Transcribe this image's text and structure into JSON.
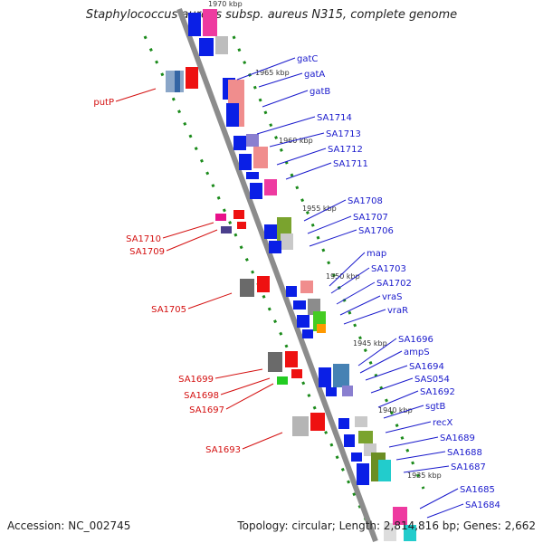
{
  "title": "Staphylococcus aureus subsp. aureus N315, complete genome",
  "footer": {
    "accession": "Accession: NC_002745",
    "topology": "Topology: circular; Length: 2,814,816 bp; Genes: 2,662"
  },
  "colors": {
    "backbone": "#8c8c8c",
    "dot_track": "#1a8a1a",
    "label_right": "#1a1acc",
    "label_left": "#d41010",
    "forward_gene": "#0a1fe6",
    "reverse_gene": "#ee1111"
  },
  "scale_labels": [
    "1970 kbp",
    "1965 kbp",
    "1960 kbp",
    "1955 kbp",
    "1950 kbp",
    "1945 kbp",
    "1940 kbp",
    "1935 kbp"
  ],
  "genes_right": [
    "gatC",
    "gatA",
    "gatB",
    "SA1714",
    "SA1713",
    "SA1712",
    "SA1711",
    "SA1708",
    "SA1707",
    "SA1706",
    "map",
    "SA1703",
    "SA1702",
    "vraS",
    "vraR",
    "SA1696",
    "ampS",
    "SA1694",
    "SAS054",
    "SA1692",
    "sgtB",
    "recX",
    "SA1689",
    "SA1688",
    "SA1687",
    "SA1685",
    "SA1684"
  ],
  "genes_left": [
    "putP",
    "SA1710",
    "SA1709",
    "SA1705",
    "SA1699",
    "SA1698",
    "SA1697",
    "SA1693"
  ]
}
